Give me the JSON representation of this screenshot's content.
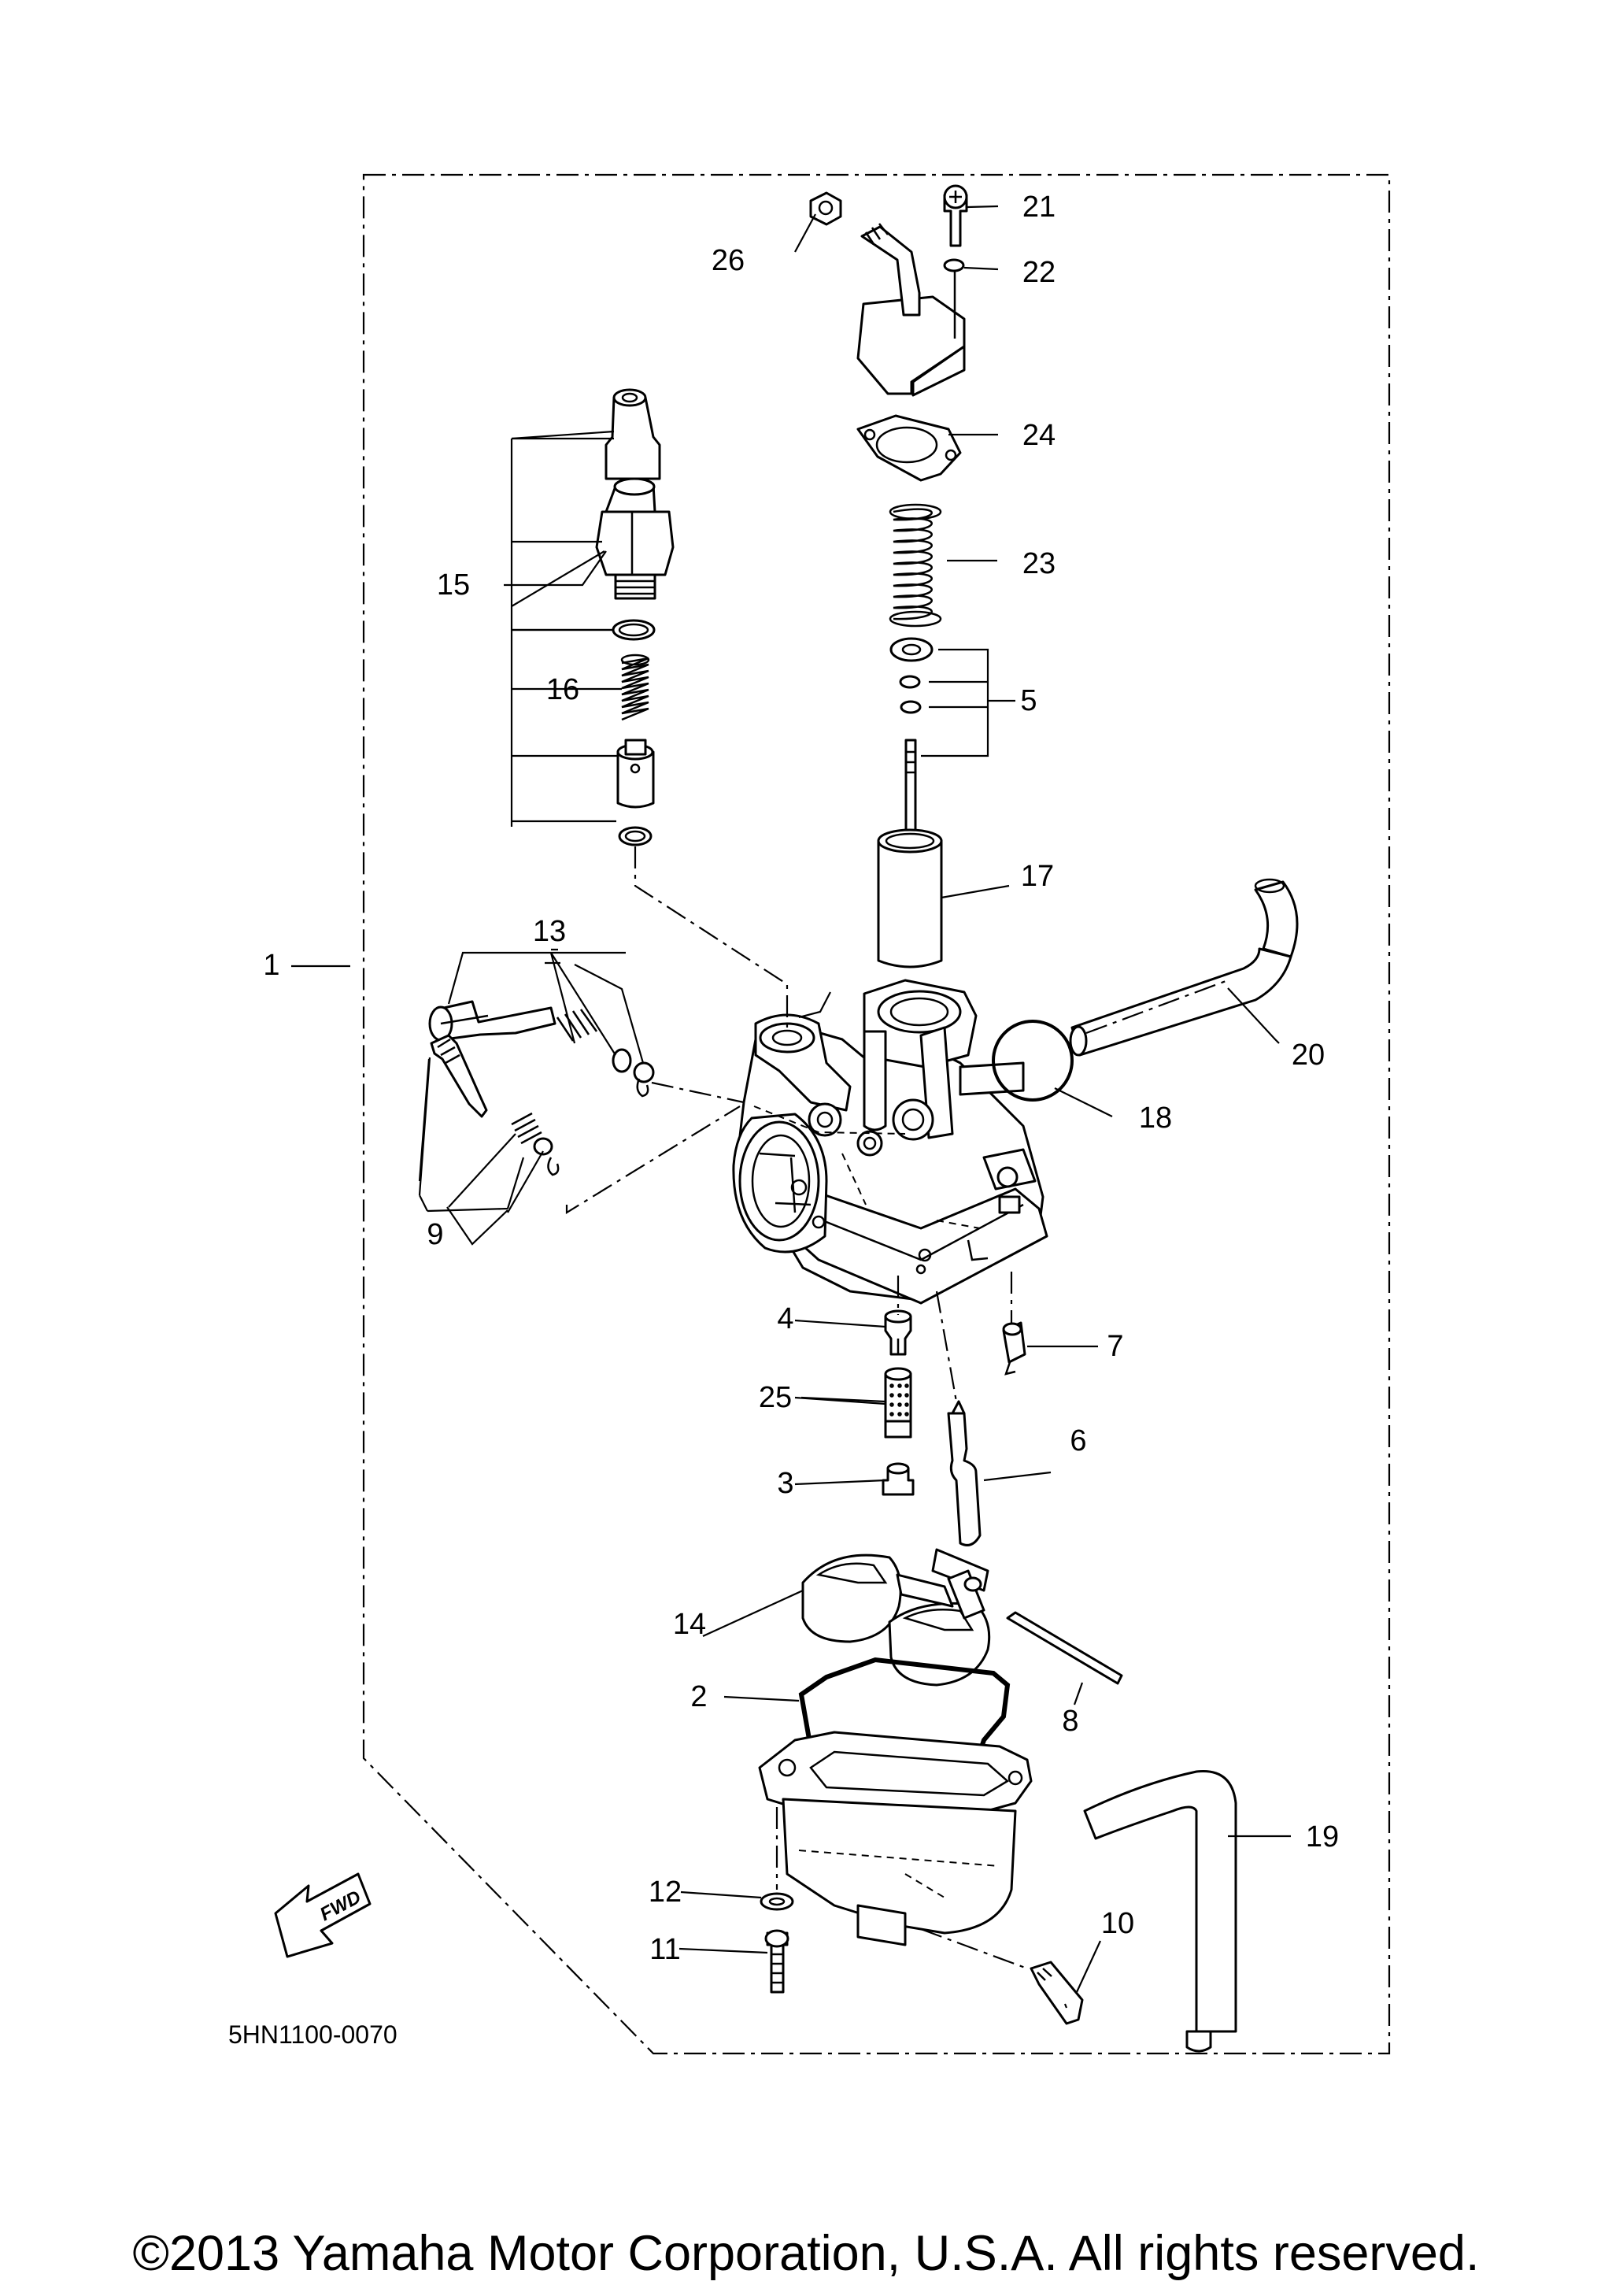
{
  "diagram": {
    "diagram_code": "5HN1100-0070",
    "fwd_label": "FWD",
    "callouts": [
      {
        "id": "c1",
        "label": "1"
      },
      {
        "id": "c2",
        "label": "2"
      },
      {
        "id": "c3",
        "label": "3"
      },
      {
        "id": "c4",
        "label": "4"
      },
      {
        "id": "c5",
        "label": "5"
      },
      {
        "id": "c6",
        "label": "6"
      },
      {
        "id": "c7",
        "label": "7"
      },
      {
        "id": "c8",
        "label": "8"
      },
      {
        "id": "c9",
        "label": "9"
      },
      {
        "id": "c10",
        "label": "10"
      },
      {
        "id": "c11",
        "label": "11"
      },
      {
        "id": "c12",
        "label": "12"
      },
      {
        "id": "c13",
        "label": "13"
      },
      {
        "id": "c14",
        "label": "14"
      },
      {
        "id": "c15",
        "label": "15"
      },
      {
        "id": "c16",
        "label": "16"
      },
      {
        "id": "c17",
        "label": "17"
      },
      {
        "id": "c18",
        "label": "18"
      },
      {
        "id": "c19",
        "label": "19"
      },
      {
        "id": "c20",
        "label": "20"
      },
      {
        "id": "c21",
        "label": "21"
      },
      {
        "id": "c22",
        "label": "22"
      },
      {
        "id": "c23",
        "label": "23"
      },
      {
        "id": "c24",
        "label": "24"
      },
      {
        "id": "c25",
        "label": "25"
      },
      {
        "id": "c26",
        "label": "26"
      }
    ],
    "colors": {
      "ink": "#000000",
      "paper": "#ffffff"
    }
  },
  "footer": {
    "copyright": "©2013 Yamaha Motor Corporation, U.S.A. All rights reserved."
  }
}
